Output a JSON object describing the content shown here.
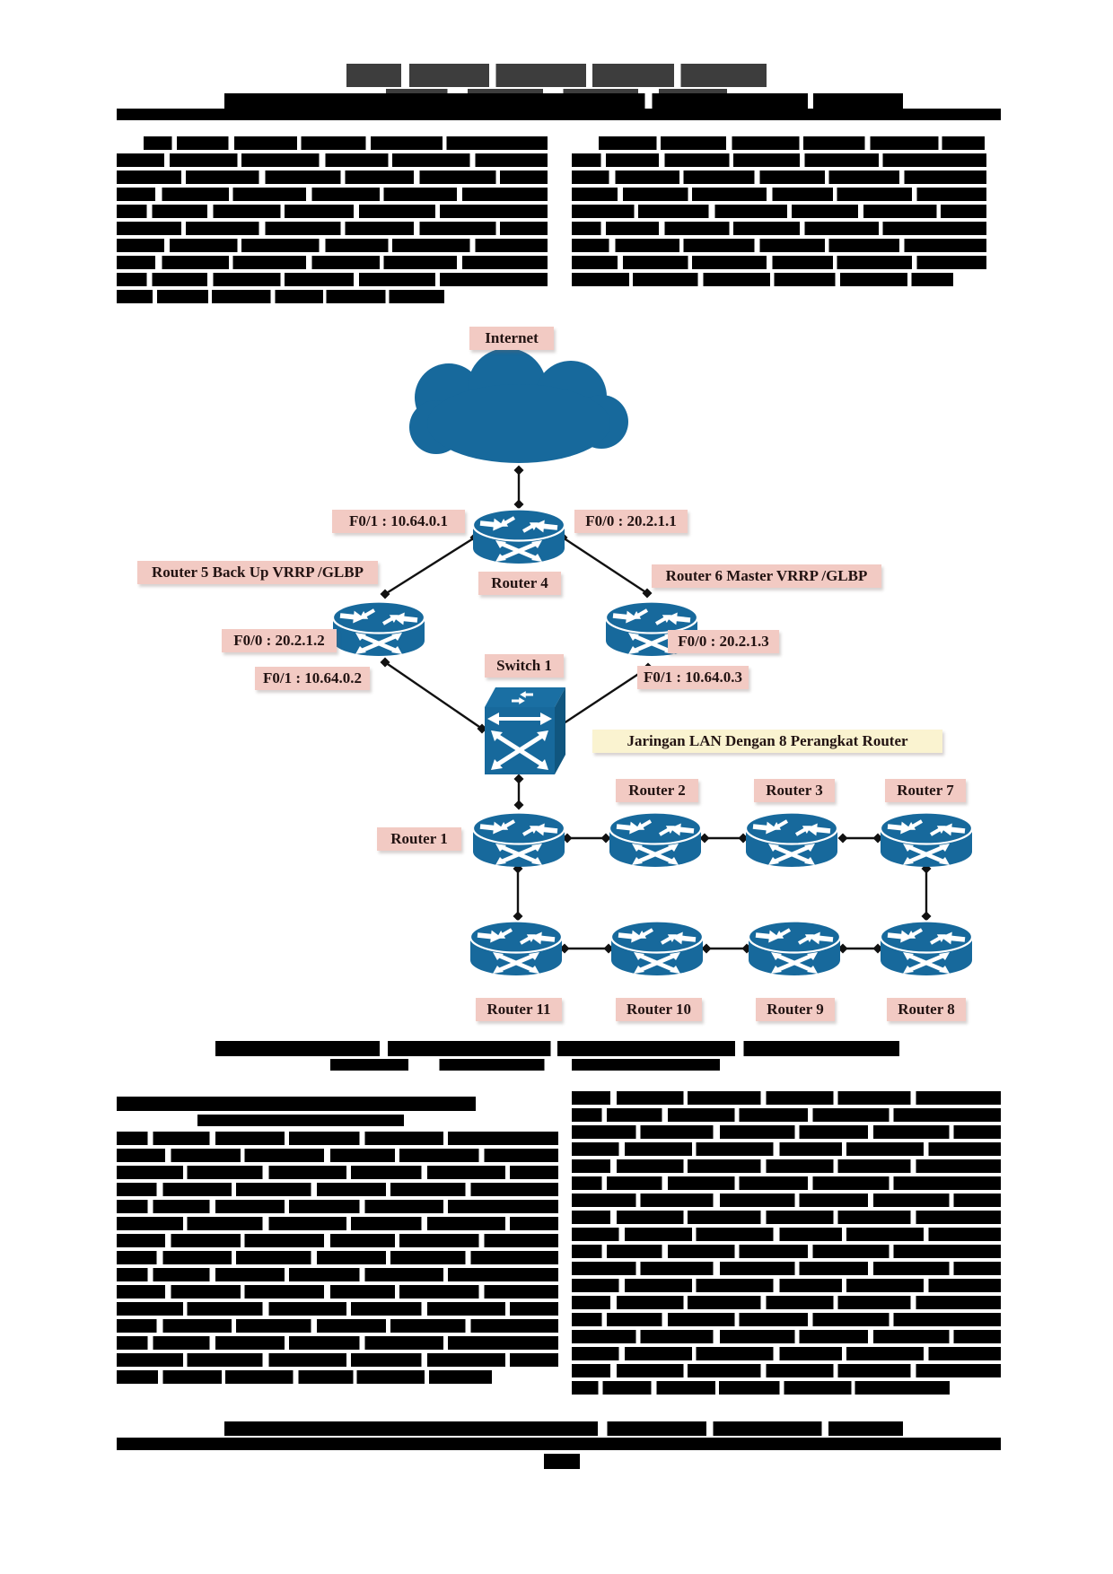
{
  "diagram": {
    "labels": {
      "internet": "Internet",
      "router4": "Router 4",
      "router4_f01": "F0/1 : 10.64.0.1",
      "router4_f00": "F0/0 : 20.2.1.1",
      "router5_title": "Router 5 Back Up VRRP /GLBP",
      "router5_f00": "F0/0 : 20.2.1.2",
      "router5_f01": "F0/1 : 10.64.0.2",
      "router6_title": "Router 6 Master VRRP /GLBP",
      "router6_f00": "F0/0 : 20.2.1.3",
      "router6_f01": "F0/1 : 10.64.0.3",
      "switch1": "Switch 1",
      "lan_banner": "Jaringan LAN Dengan 8 Perangkat Router",
      "router1": "Router 1",
      "router2": "Router 2",
      "router3": "Router 3",
      "router7": "Router 7",
      "router11": "Router 11",
      "router10": "Router 10",
      "router9": "Router 9",
      "router8": "Router 8"
    },
    "colors": {
      "device_blue": "#17699C",
      "device_blue_dark": "#10567F",
      "label_pink": "#F2CAC3",
      "banner_yellow": "#FAF3D0",
      "connector_black": "#111111",
      "redaction_black": "#000000",
      "title_gray": "#3D3D3D"
    }
  }
}
